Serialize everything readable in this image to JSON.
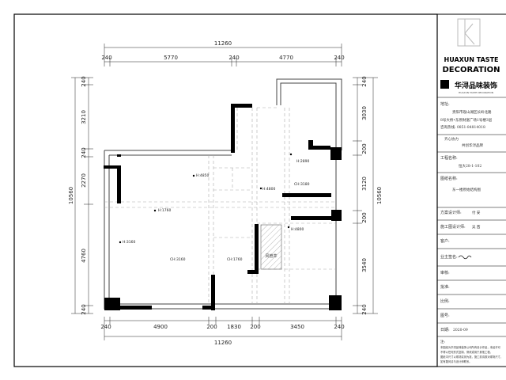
{
  "dimensions": {
    "top_total": "11260",
    "top_segments": [
      "240",
      "5770",
      "240",
      "4770",
      "240"
    ],
    "bottom_total": "11260",
    "bottom_segments": [
      "240",
      "4900",
      "200",
      "1830",
      "200",
      "3450",
      "240"
    ],
    "left_total": "10560",
    "left_segments": [
      "240",
      "3210",
      "240",
      "2270",
      "4760",
      "240"
    ],
    "right_total": "10560",
    "right_segments": [
      "240",
      "3030",
      "200",
      "3120",
      "200",
      "3540",
      "240"
    ]
  },
  "plan": {
    "height_labels": {
      "h1": "H:2890",
      "h2": "H:4850",
      "h3": "H:4800",
      "h4": "H:1760",
      "h5": "H:4800",
      "h6": "H:3160"
    },
    "ceiling_labels": {
      "c1": "CH:3160",
      "c2": "CH:1760",
      "c3": "CH:3180"
    },
    "stair_label": "风管井"
  },
  "title_block": {
    "brand_line1": "HUAXUN TASTE",
    "brand_line2": "DECORATION",
    "brand_cn": "华浔品味装饰",
    "brand_en_small": "HUAXUN TASTE DECORATION",
    "address_label": "地址:",
    "address_line1": "贵阳市观山湖区长岭北路",
    "address_line2": "8号大桥•东原财富广场1号楼3层",
    "phone_line": "咨询热线: 0851-84814018",
    "slogan1": "齐心协力",
    "slogan2": "共创华浔品牌",
    "project_label": "工程名称:",
    "project_value": "恒大28-1-102",
    "drawing_label": "图纸名称:",
    "drawing_value": "东一楼原始结构图",
    "designer_label": "方案设计师:",
    "designer_value": "付 安",
    "construction_label": "施工图设计师:",
    "construction_value": "吴 茜",
    "customer_label": "客户:",
    "confirm_label": "业主签名:",
    "review_label": "审核:",
    "approve_label": "批准:",
    "scale_label": "比例:",
    "drawing_no_label": "图号:",
    "date_label": "日期:",
    "date_value": "2020-09",
    "notes_label": "注:",
    "notes_line1": "本图纸为华浔品味装饰公司所有设计作品，未经许可",
    "notes_line2": "不得以任何形式复制、修改或用于其他工程。",
    "notes_line3": "图纸中尺寸以现场实测为准，施工前请核对现场尺寸，",
    "notes_line4": "如有疑问请与设计师联系。"
  }
}
